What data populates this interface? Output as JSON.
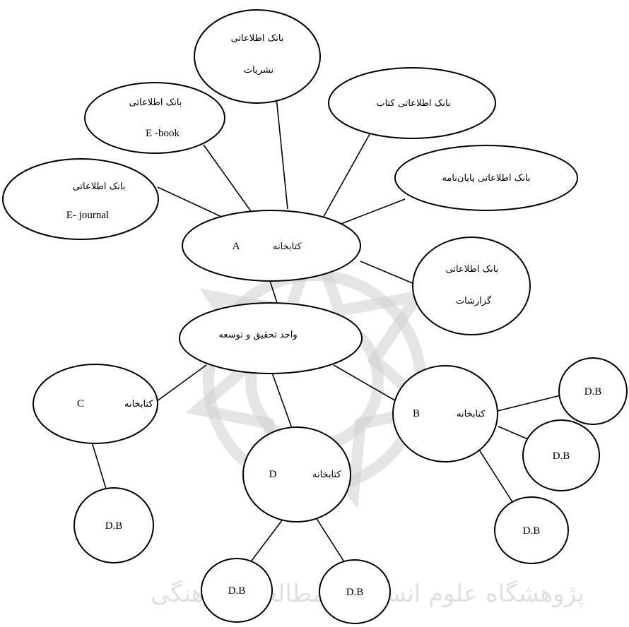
{
  "colors": {
    "stroke": "#000000",
    "fill": "#ffffff",
    "watermark": "#cfcfcf"
  },
  "watermark": {
    "text": "پژوهشگاه علوم انسانی و مطالعات فرهنگی"
  },
  "nodes": {
    "ejournal": {
      "line1": "بانک اطلاعاتی",
      "line2": "E- journal"
    },
    "ebook": {
      "line1": "بانک اطلاعاتی",
      "line2": "E -book"
    },
    "nashriyat": {
      "line1": "بانک اطلاعاتی",
      "line2": "نشریات"
    },
    "ketab": {
      "line1": "بانک اطلاعاتی کتاب"
    },
    "payannameh": {
      "line1": "بانک اطلاعاتی پایان‌نامه"
    },
    "gozareshat": {
      "line1": "بانک اطلاعاتی",
      "line2": "گزارشات"
    },
    "libA": {
      "label": "کتابخانه",
      "letter": "A"
    },
    "rnd": {
      "label": "واحد تحقیق و توسعه"
    },
    "libB": {
      "label": "کتابخانه",
      "letter": "B"
    },
    "libC": {
      "label": "کتابخانه",
      "letter": "C"
    },
    "libD": {
      "label": "کتابخانه",
      "letter": "D"
    },
    "db": "D.B"
  }
}
